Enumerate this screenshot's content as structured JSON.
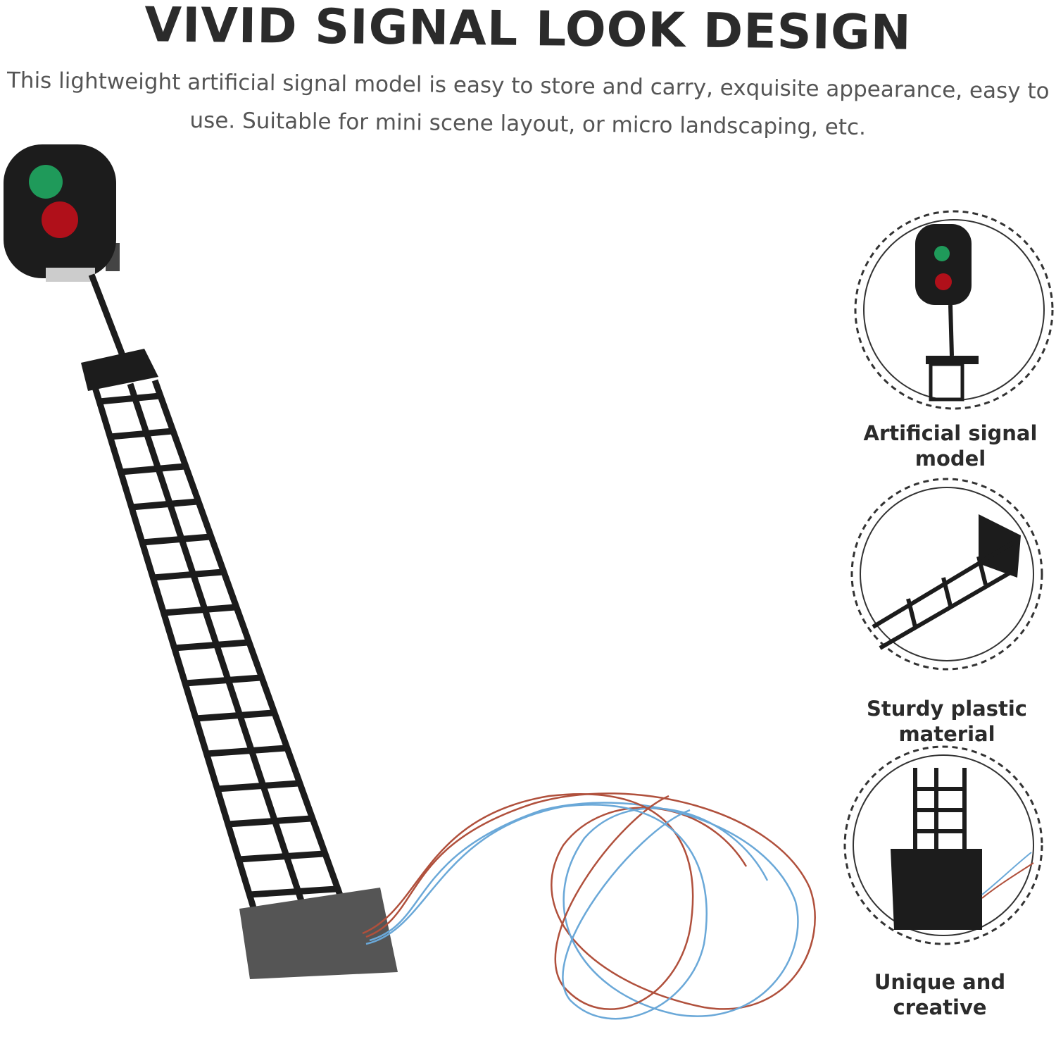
{
  "heading": "VIVID SIGNAL LOOK DESIGN",
  "description": "This lightweight artificial signal model is easy to store and carry, exquisite appearance, easy to use. Suitable for mini scene layout, or micro landscaping, etc.",
  "features": [
    {
      "label": "Artificial signal model"
    },
    {
      "label": "Sturdy plastic material"
    },
    {
      "label": "Unique and creative"
    }
  ],
  "colors": {
    "green_light": "#1f9a5a",
    "red_light": "#b0101a",
    "body": "#1c1c1c",
    "wire_red": "#b0503c",
    "wire_blue": "#6aa8d8"
  }
}
